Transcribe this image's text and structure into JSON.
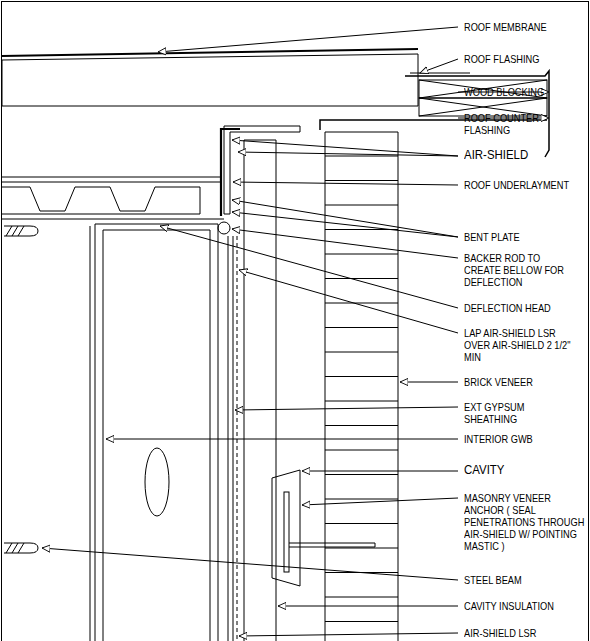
{
  "diagram": {
    "labels": [
      "ROOF MEMBRANE",
      "ROOF FLASHING",
      "WOOD BLOCKING",
      "ROOF COUNTER FLASHING",
      "AIR-SHIELD",
      "ROOF UNDERLAYMENT",
      "BENT PLATE",
      "BACKER ROD TO CREATE BELLOW FOR DEFLECTION",
      "DEFLECTION HEAD",
      "LAP AIR-SHIELD LSR OVER AIR-SHIELD 2 1/2\" MIN",
      "BRICK VENEER",
      "EXT GYPSUM SHEATHING",
      "INTERIOR GWB",
      "CAVITY",
      "MASONRY VENEER ANCHOR ( SEAL PENETRATIONS THROUGH AIR-SHIELD W/ POINTING MASTIC )",
      "STEEL BEAM",
      "CAVITY INSULATION",
      "AIR-SHIELD LSR"
    ]
  }
}
